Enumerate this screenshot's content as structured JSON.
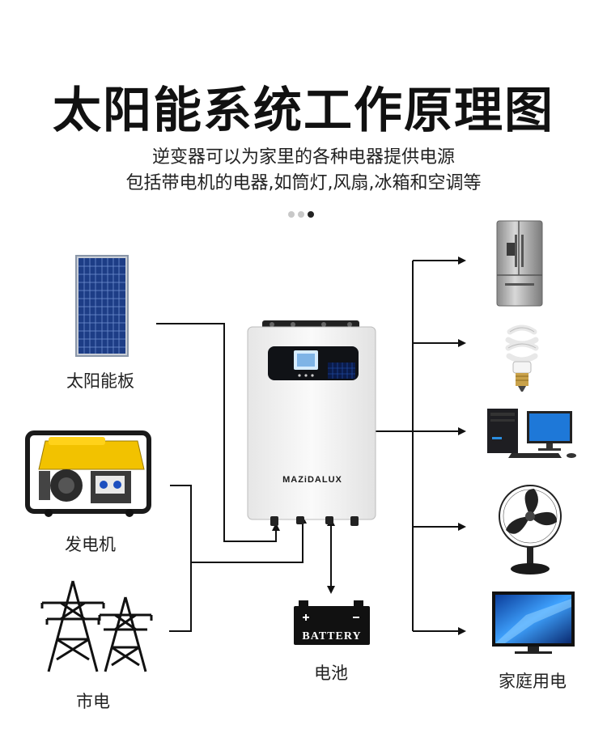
{
  "title": "太阳能系统工作原理图",
  "subtitle": {
    "line1": "逆变器可以为家里的各种电器提供电源",
    "line2": "包括带电机的电器,如筒灯,风扇,冰箱和空调等"
  },
  "inputs": {
    "solar": "太阳能板",
    "generator": "发电机",
    "grid": "市电"
  },
  "battery": {
    "label": "电池",
    "text": "BATTERY"
  },
  "outputs": {
    "label": "家庭用电",
    "appliances": [
      "refrigerator-icon",
      "cfl-bulb-icon",
      "desktop-computer-icon",
      "electric-fan-icon",
      "television-icon"
    ]
  },
  "inverter": {
    "brand": "MAZiDALUX"
  },
  "pagination": {
    "count": 3,
    "active": 3
  },
  "colors": {
    "line": "#111111",
    "inverter_body": "#f2f2f2",
    "panel": "#1c3f8a"
  }
}
